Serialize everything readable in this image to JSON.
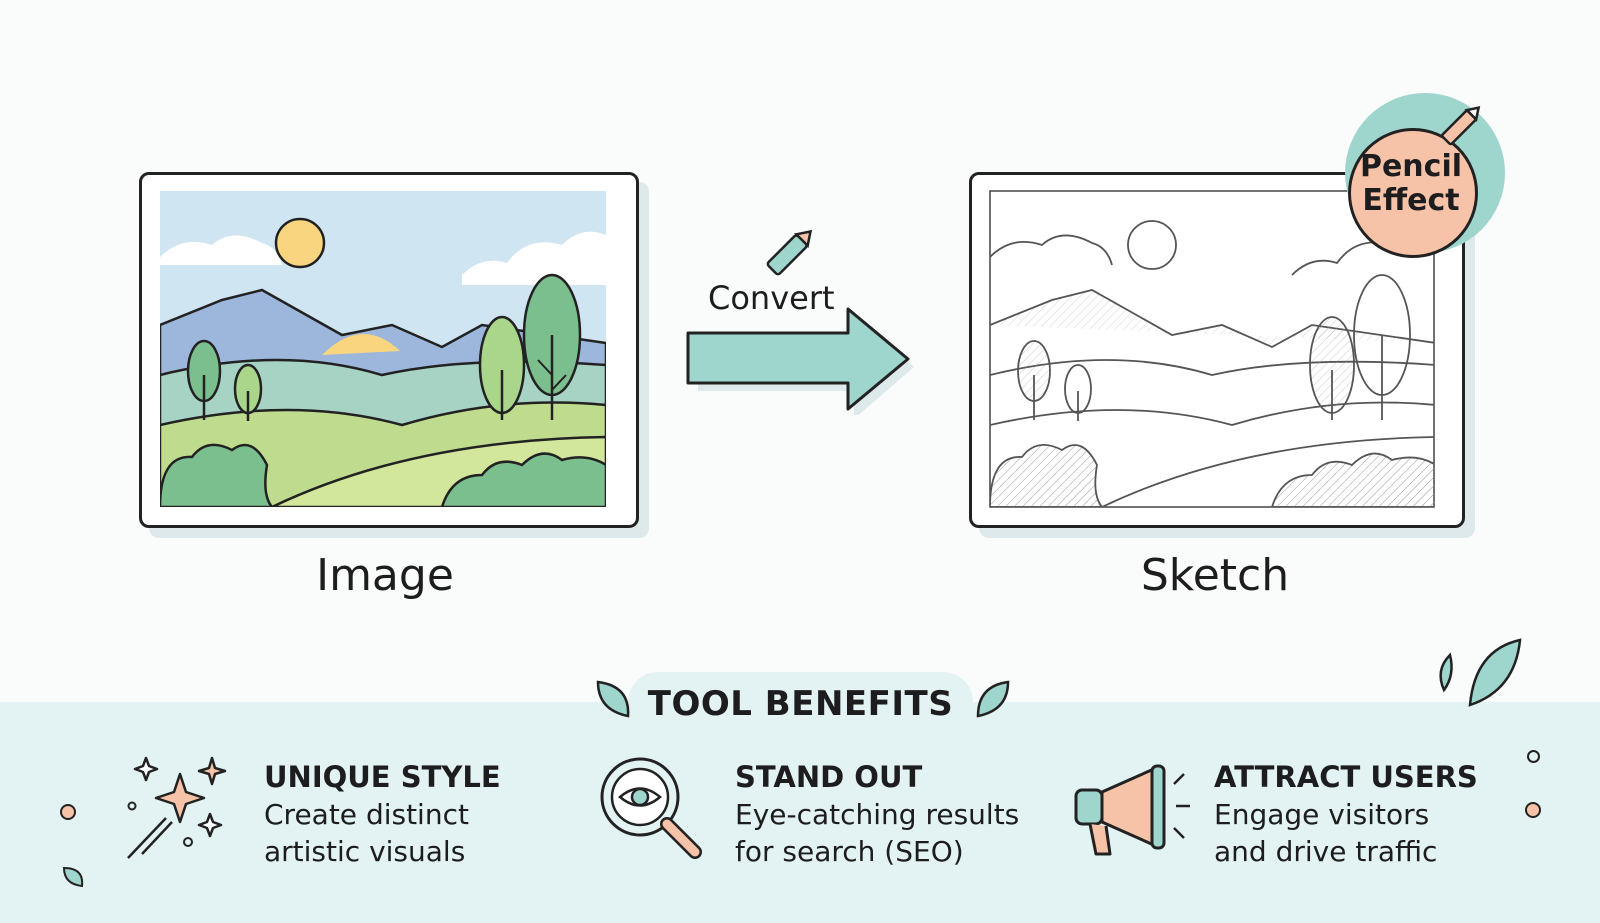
{
  "input_label": "Image",
  "output_label": "Sketch",
  "convert_label": "Convert",
  "badge": "Pencil\nEffect",
  "benefits": {
    "title": "TOOL BENEFITS",
    "items": [
      {
        "title": "UNIQUE STYLE",
        "desc": "Create distinct\nartistic visuals",
        "icon": "sparkles-icon"
      },
      {
        "title": "STAND OUT",
        "desc": "Eye-catching results\nfor search (SEO)",
        "icon": "magnifier-eye-icon"
      },
      {
        "title": "ATTRACT USERS",
        "desc": "Engage visitors\nand drive traffic",
        "icon": "megaphone-icon"
      }
    ]
  },
  "colors": {
    "accent_teal": "#9ed5cd",
    "panel_bg": "#e3f2f2",
    "badge_peach": "#f7c3a8",
    "sky": "#cfe6f2",
    "sun": "#f8d57e",
    "mountain": "#9db7dc",
    "hill_green": "#bfdc8e",
    "tree_green": "#7cbf8f"
  }
}
